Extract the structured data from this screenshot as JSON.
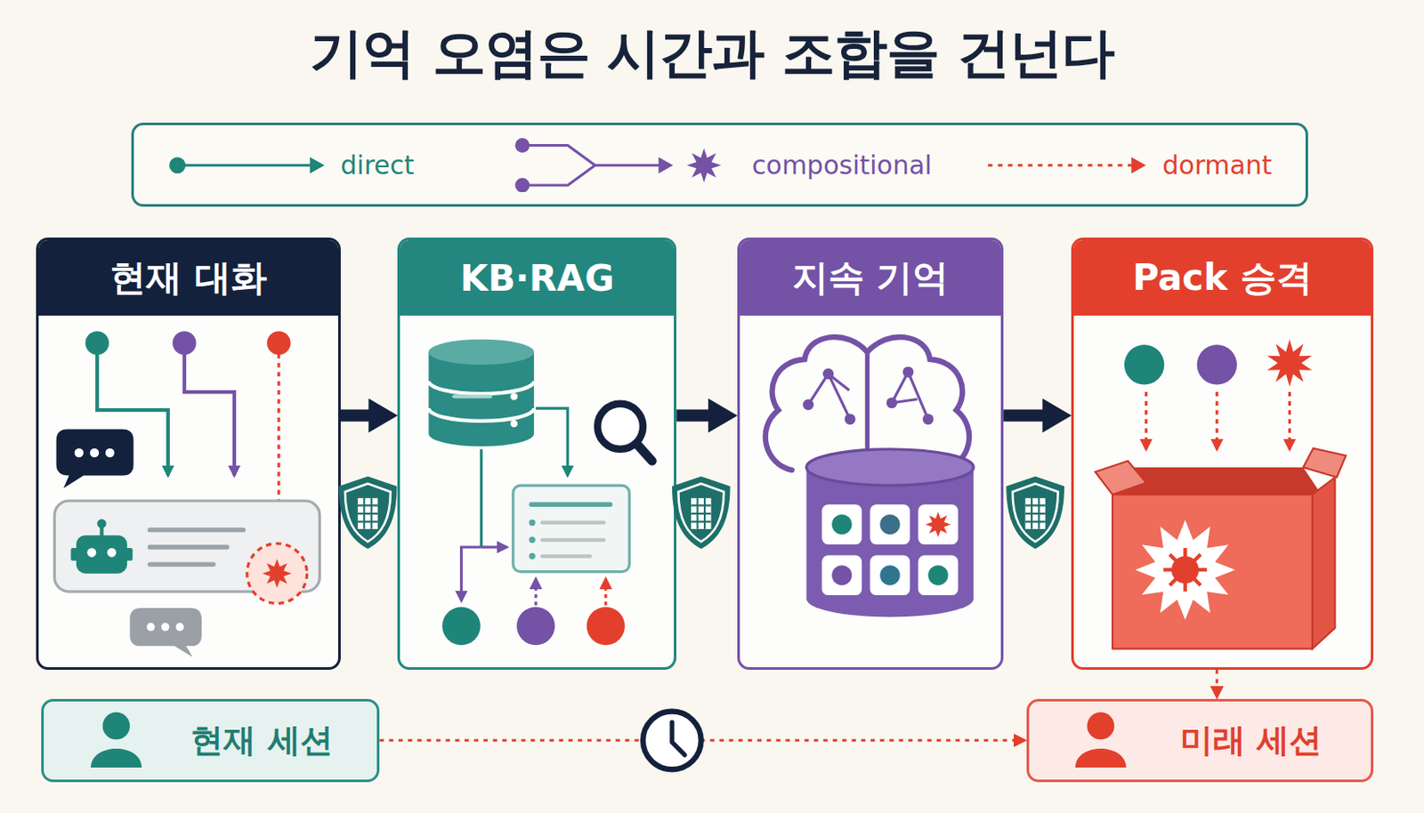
{
  "diagram": {
    "title": "기억 오염은 시간과 조합을 건넌다",
    "nodes": [
      {
        "text": [
          "현재 대화"
        ]
      },
      {
        "text": [
          "KB·RAG"
        ]
      },
      {
        "text": [
          "지속 기억"
        ]
      },
      {
        "text": [
          "Pack 승격"
        ]
      },
      {
        "text": [
          "현재 세션"
        ]
      },
      {
        "text": [
          "미래 세션"
        ]
      }
    ],
    "edges": [
      {
        "from": 0,
        "to": 1,
        "arrow": "to"
      },
      {
        "from": 1,
        "to": 2,
        "arrow": "to"
      },
      {
        "from": 2,
        "to": 3,
        "arrow": "to"
      },
      {
        "from": 3,
        "to": 5,
        "arrow": "to"
      },
      {
        "from": 4,
        "to": 5,
        "arrow": "to"
      }
    ],
    "legend": [
      {
        "text": "direct"
      },
      {
        "text": "compositional"
      },
      {
        "text": "dormant"
      }
    ]
  }
}
